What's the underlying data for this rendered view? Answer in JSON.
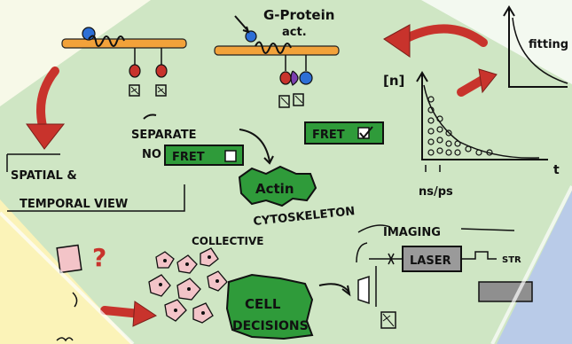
{
  "labels": {
    "g_protein_line1": "G-Protein",
    "g_protein_line2": "act.",
    "fitting": "fitting",
    "n_axis": "[n]",
    "t_axis": "t",
    "ns_ps": "ns/ps",
    "separate": "SEPARATE",
    "no_fret_prefix": "NO",
    "fret_box_no": "FRET",
    "fret_box_yes": "FRET",
    "spatial_line1": "SPATIAL &",
    "spatial_line2": "TEMPORAL VIEW",
    "actin": "Actin",
    "cytoskeleton": "CYTOSKELETON",
    "collective": "COLLECTIVE",
    "imaging": "IMAGING",
    "laser": "LASER",
    "str_fragment": "STR",
    "cell_line1": "CELL",
    "cell_line2": "DECISIONS",
    "question_mark": "?"
  },
  "colors": {
    "background": "#cfe6c4",
    "membrane": "#f2a23a",
    "receptor_blue": "#2d6fd6",
    "arrow_red": "#c8332c",
    "fret_green": "#2f9b3a",
    "cell_pink": "#f3c4c8",
    "left_yellow": "#fbf3b8",
    "right_blue": "#b9cbe8",
    "ink": "#111111"
  }
}
